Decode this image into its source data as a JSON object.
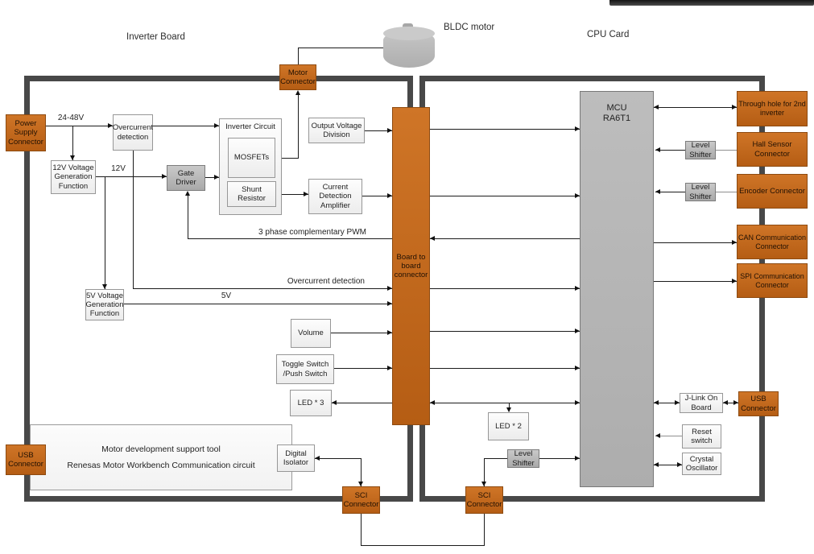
{
  "titles": {
    "inverter_board": "Inverter Board",
    "bldc_motor": "BLDC motor",
    "cpu_card": "CPU Card"
  },
  "colors": {
    "connector_orange": "#C8691E",
    "connector_orange_border": "#8D4A10",
    "gray_block": "#BBBBBB",
    "mcu_fill": "#B5B5B5",
    "board_outline": "#484848",
    "wire": "#1B1B1B"
  },
  "blocks": {
    "power_supply": "Power\nSupply\nConnector",
    "overcurrent_detection": "Overcurrent\ndetection",
    "v12_generation": "12V Voltage\nGeneration\nFunction",
    "v5_generation": "5V Voltage\nGeneration\nFunction",
    "gate_driver": "Gate Driver",
    "inverter_circuit": "Inverter Circuit",
    "mosfets": "MOSFETs",
    "shunt_resistor": "Shunt Resistor",
    "output_voltage_division": "Output Voltage\nDivision",
    "current_detection_amplifier": "Current\nDetection\nAmplifier",
    "motor_connector": "Motor\nConnector",
    "board_to_board": "Board to\nboard\nconnector",
    "volume": "Volume",
    "toggle_switch": "Toggle Switch\n/Push Switch",
    "led3": "LED * 3",
    "digital_isolator": "Digital\nIsolator",
    "usb_connector_left": "USB\nConnector",
    "sci_connector_left": "SCI\nConnector",
    "sci_connector_right": "SCI\nConnector",
    "led2": "LED * 2",
    "level_shifter": "Level\nShifter",
    "mcu": "MCU\nRA6T1",
    "through_hole": "Through hole for 2nd\ninverter",
    "hall_sensor": "Hall Sensor\nConnector",
    "encoder": "Encoder Connector",
    "can": "CAN Communication\nConnector",
    "spi": "SPI Communication\nConnector",
    "usb_connector_right": "USB\nConnector",
    "jlink": "J-Link On\nBoard",
    "reset_switch": "Reset\nswitch",
    "crystal_oscillator": "Crystal\nOscillator"
  },
  "dev_tool": {
    "line1": "Motor development support tool",
    "line2": "Renesas Motor Workbench Communication circuit"
  },
  "wire_labels": {
    "bus_voltage": "24-48V",
    "v12": "12V",
    "v5": "5V",
    "pwm": "3 phase complementary PWM",
    "overcurrent": "Overcurrent detection"
  }
}
